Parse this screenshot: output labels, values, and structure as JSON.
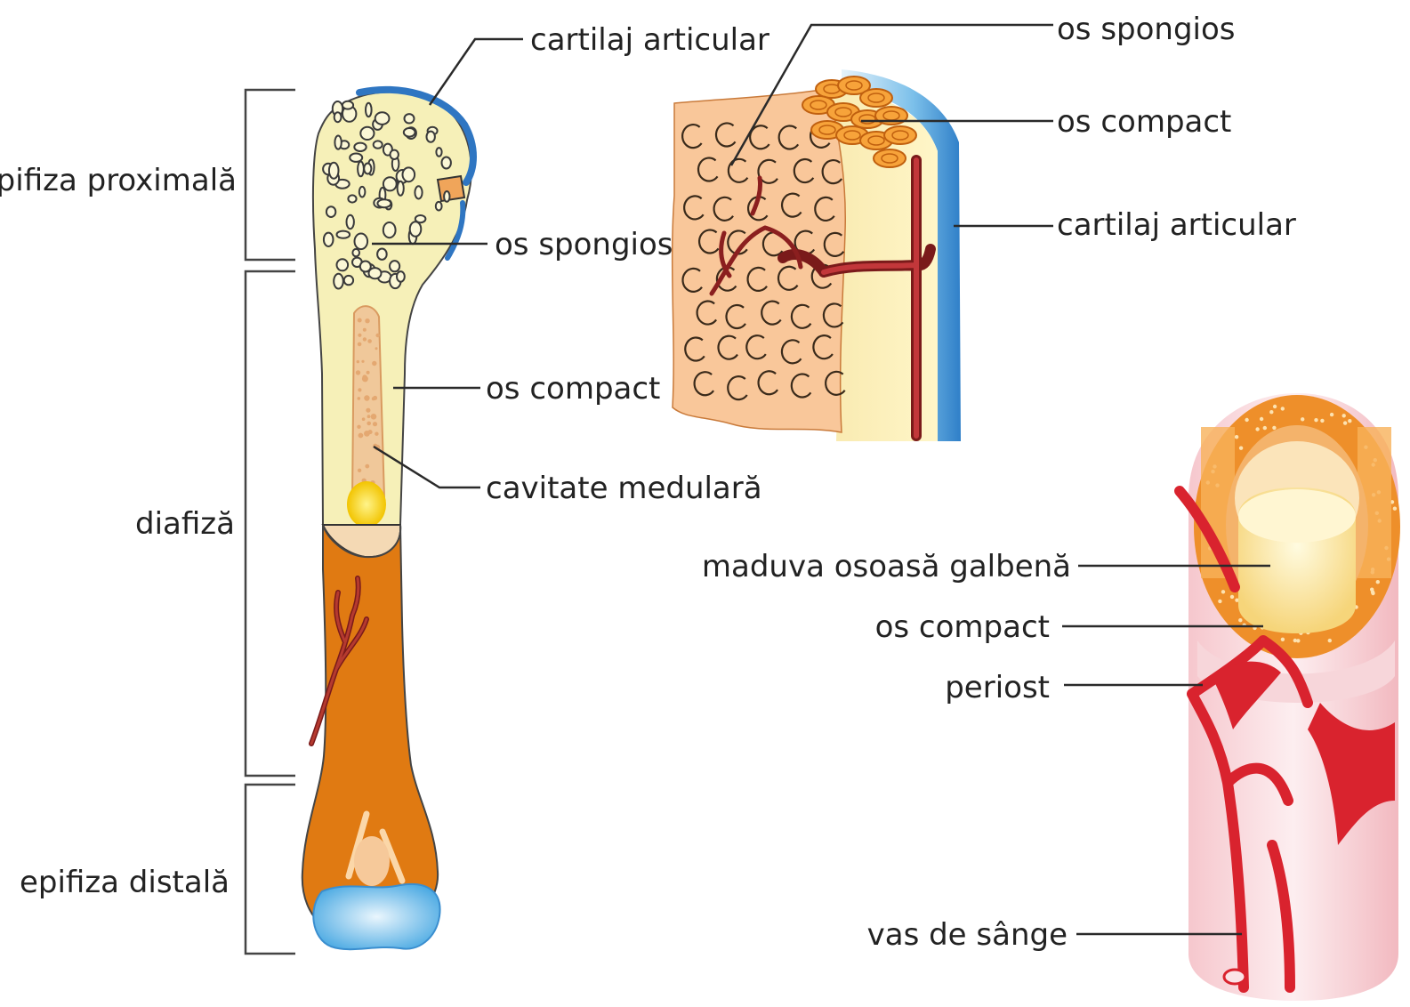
{
  "diagram": {
    "labels": {
      "epifiza_proximala": "epifiza proximală",
      "diafiza": "diafiză",
      "epifiza_distala": "epifiza distală",
      "cartilaj_articular_long_bone": "cartilaj articular",
      "os_spongios_long_bone": "os spongios",
      "os_compact_long_bone": "os compact",
      "cavitate_medulara": "cavitate medulară",
      "os_spongios_section": "os spongios",
      "os_compact_section": "os compact",
      "cartilaj_articular_section": "cartilaj articular",
      "maduva_osoasa_galbena": "maduva osoasă galbenă",
      "os_compact_shaft": "os compact",
      "periost": "periost",
      "vas_de_sange": "vas de sânge"
    }
  },
  "colors": {
    "bone_yellow": "#f6f0b8",
    "cartilage_blue": "#2f76c2",
    "bone_orange": "#e07a12",
    "blood_red": "#d9232e",
    "vessel_dark": "#8b1f1f",
    "periosteum_pink": "#f4c6cc"
  }
}
